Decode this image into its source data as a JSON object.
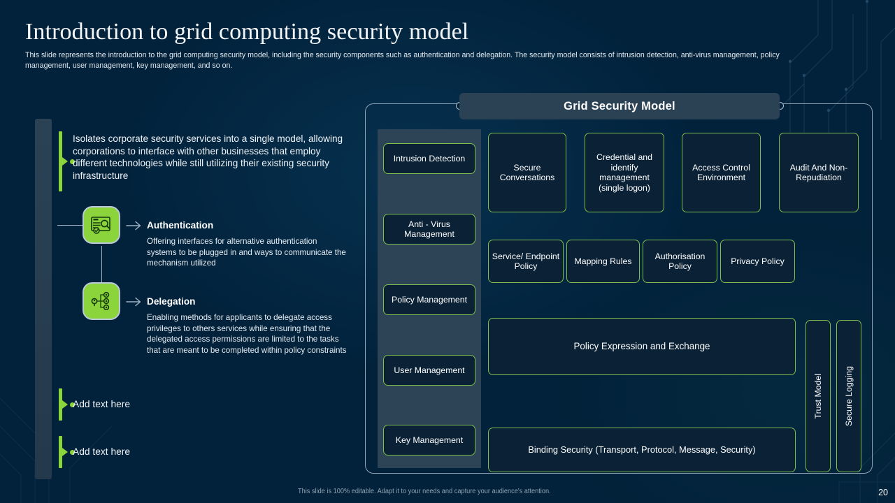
{
  "header": {
    "title": "Introduction to grid computing security model",
    "subtitle": "This slide represents the introduction to the grid computing security model, including the security components such as authentication and delegation. The security model consists of intrusion detection, anti-virus management, policy management, user management, key management, and so on."
  },
  "colors": {
    "background": "#02213a",
    "accent_green": "#8cd43c",
    "chip_border_green": "#7fbf4f",
    "panel_slate": "#2d4456",
    "header_slate": "#2b4255",
    "frame_border": "#8fa4b6"
  },
  "left_column": {
    "intro": "Isolates corporate security services into a single model, allowing corporations to interface with other businesses that employ different technologies while still utilizing their existing security infrastructure",
    "features": [
      {
        "icon": "id-card-verified-icon",
        "title": "Authentication",
        "body": "Offering interfaces for alternative authentication systems to be plugged in and ways to communicate the mechanism utilized"
      },
      {
        "icon": "key-delegation-network-icon",
        "title": "Delegation",
        "body": "Enabling methods for applicants to delegate access privileges to others services while ensuring that the delegated access permissions are limited to the tasks that are meant to be completed within policy constraints"
      }
    ],
    "placeholders": [
      "Add text here",
      "Add text here"
    ]
  },
  "diagram": {
    "header_title": "Grid Security Model",
    "sidebar_chips": [
      "Intrusion Detection",
      "Anti - Virus Management",
      "Policy Management",
      "User Management",
      "Key Management"
    ],
    "top_row": [
      "Secure Conversations",
      "Credential and identify management (single logon)",
      "Access Control Environment",
      "Audit And Non-Repudiation"
    ],
    "mid_row": [
      "Service/ Endpoint Policy",
      "Mapping Rules",
      "Authorisation Policy",
      "Privacy Policy"
    ],
    "wide_rows": [
      "Policy Expression and Exchange",
      "Binding Security (Transport, Protocol, Message, Security)"
    ],
    "vertical_chips": [
      "Trust Model",
      "Secure Logging"
    ]
  },
  "footer": {
    "note": "This slide is 100% editable. Adapt it to your needs and capture your audience's attention.",
    "page_number": "20"
  }
}
